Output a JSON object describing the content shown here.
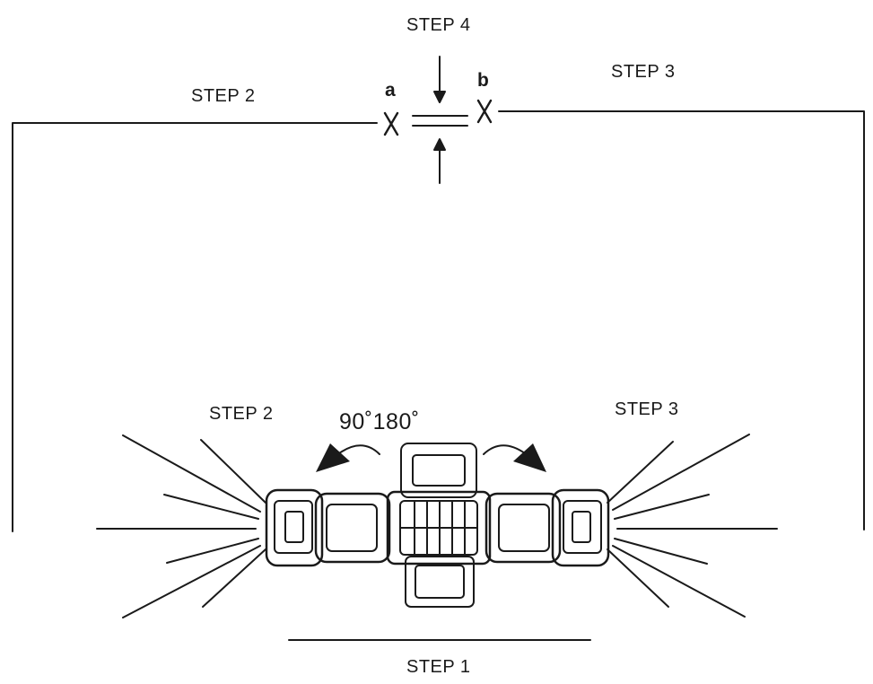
{
  "labels": {
    "step4": "STEP 4",
    "step3_top": "STEP 3",
    "step2_top": "STEP 2",
    "mark_a": "a",
    "mark_b": "b",
    "step2_mid": "STEP 2",
    "step3_mid": "STEP 3",
    "angles": "90˚180˚",
    "step1": "STEP 1"
  },
  "colors": {
    "stroke": "#1a1a1a"
  }
}
